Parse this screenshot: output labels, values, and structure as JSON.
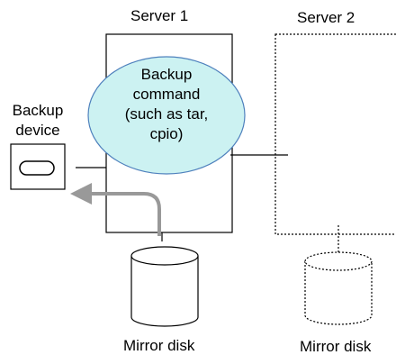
{
  "server1": {
    "label": "Server 1"
  },
  "server2": {
    "label": "Server 2"
  },
  "backup_command": {
    "lines": [
      "Backup",
      "command",
      "(such as tar,",
      "cpio)"
    ]
  },
  "backup_device": {
    "lines": [
      "Backup",
      "device"
    ]
  },
  "mirror_disk_1": {
    "label": "Mirror disk"
  },
  "mirror_disk_2": {
    "label": "Mirror disk"
  },
  "colors": {
    "line": "#000000",
    "ellipse_fill": "#ccf2f2",
    "ellipse_stroke": "#4f81bd",
    "arrow": "#999999"
  }
}
